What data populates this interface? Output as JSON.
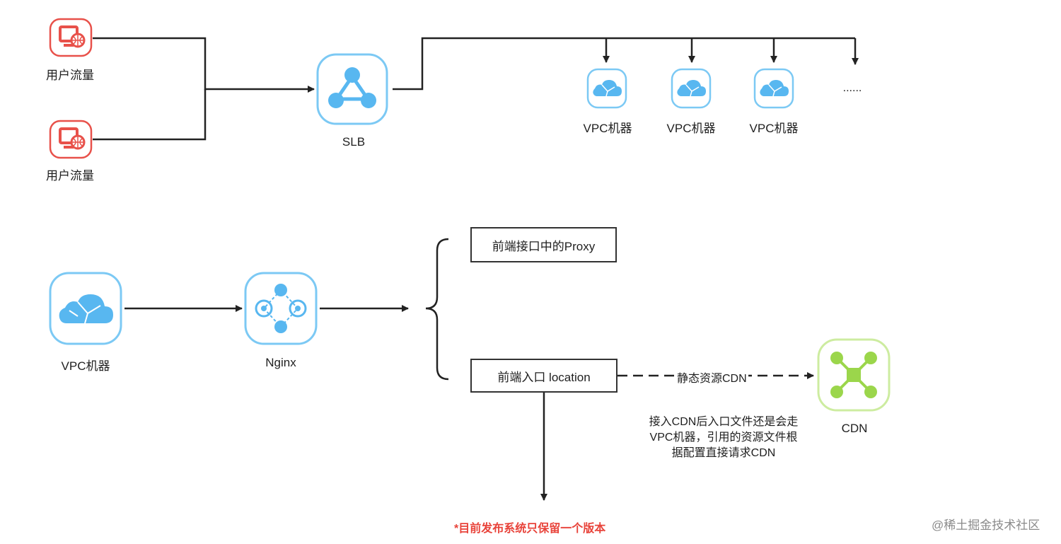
{
  "top": {
    "user_traffic_1": "用户流量",
    "user_traffic_2": "用户流量",
    "slb": "SLB",
    "vpc_1": "VPC机器",
    "vpc_2": "VPC机器",
    "vpc_3": "VPC机器",
    "ellipsis": "......"
  },
  "bottom": {
    "vpc": "VPC机器",
    "nginx": "Nginx",
    "proxy_box": "前端接口中的Proxy",
    "location_box": "前端入口 location",
    "cdn_edge_label": "静态资源CDN",
    "cdn": "CDN",
    "cdn_note": [
      "接入CDN后入口文件还是会走",
      "VPC机器，引用的资源文件根",
      "据配置直接请求CDN"
    ],
    "release_note": "*目前发布系统只保留一个版本"
  },
  "watermark": "@稀土掘金技术社区",
  "colors": {
    "user_icon": "#e8514a",
    "blue_icon": "#58b7f0",
    "blue_border": "#7cc9f4",
    "cdn_icon": "#9bd64b",
    "cdn_border": "#cdeca0",
    "line": "#222222",
    "warning": "#e8433a"
  }
}
